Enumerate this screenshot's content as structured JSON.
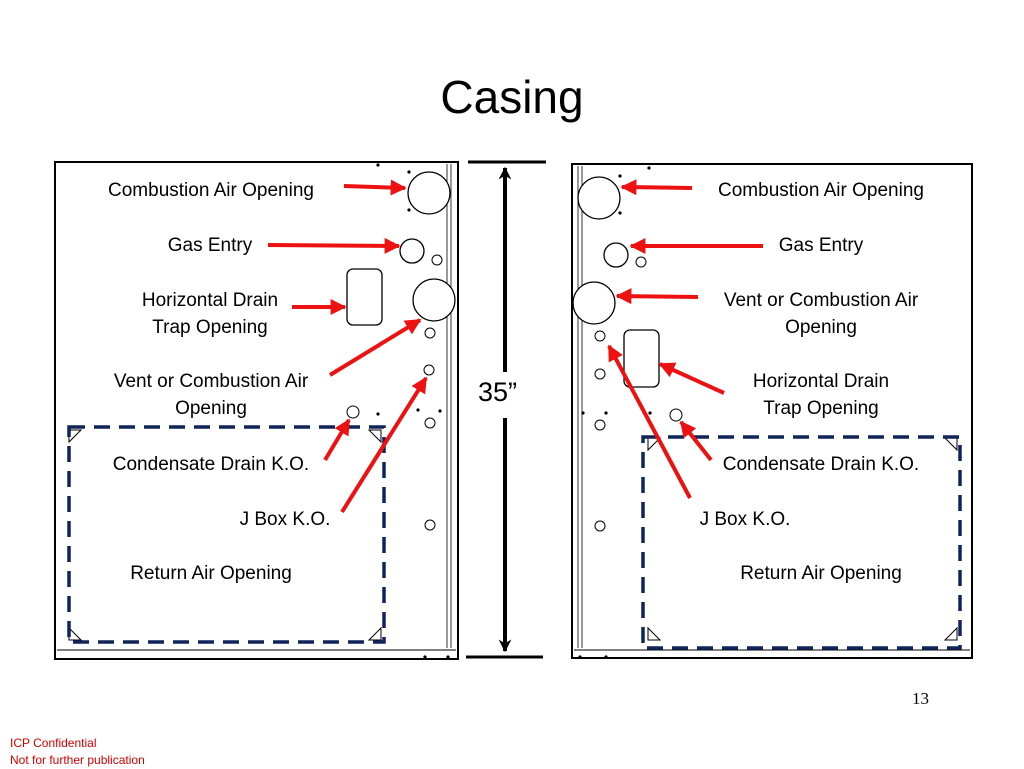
{
  "title": "Casing",
  "dimension_label": "35”",
  "left_panel": {
    "combustion_air": "Combustion Air Opening",
    "gas_entry": "Gas Entry",
    "drain_trap_line1": "Horizontal Drain",
    "drain_trap_line2": "Trap Opening",
    "vent_line1": "Vent or Combustion Air",
    "vent_line2": "Opening",
    "condensate": "Condensate Drain K.O.",
    "jbox": "J Box K.O.",
    "return_air": "Return Air Opening"
  },
  "right_panel": {
    "combustion_air": "Combustion Air Opening",
    "gas_entry": "Gas Entry",
    "vent_line1": "Vent or Combustion Air",
    "vent_line2": "Opening",
    "drain_trap_line1": "Horizontal Drain",
    "drain_trap_line2": "Trap Opening",
    "condensate": "Condensate Drain K.O.",
    "jbox": "J Box K.O.",
    "return_air": "Return Air Opening"
  },
  "page_number": "13",
  "footer": {
    "line1": "ICP Confidential",
    "line2": "Not for further publication"
  },
  "colors": {
    "arrow": "#ee1111",
    "dashed_outline": "#0f2458",
    "footer_text": "#d00000"
  }
}
